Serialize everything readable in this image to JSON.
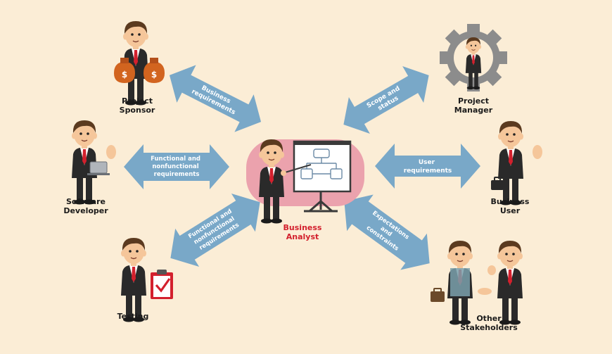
{
  "colors": {
    "background": "#fbedd6",
    "arrow": "#79a8c8",
    "arrow_text": "#ffffff",
    "label_text": "#1b1b1b",
    "analyst_label": "#d3202d",
    "board_backdrop": "#eba2ad",
    "suit": "#2a2a2a",
    "shirt": "#ffffff",
    "tie": "#d3202d",
    "skin": "#f5c69a",
    "hair": "#5b3a1f",
    "gear": "#8c8c8c",
    "money_bag": "#d2641f"
  },
  "center": {
    "label_line1": "Business",
    "label_line2": "Analyst",
    "icons": [
      "business-analyst-figure",
      "presentation-board-icon",
      "flowchart-icon"
    ]
  },
  "stakeholders": {
    "project_sponsor": {
      "line1": "Project",
      "line2": "Sponsor",
      "icon": "money-bag-icon"
    },
    "project_manager": {
      "line1": "Project",
      "line2": "Manager",
      "icon": "gear-icon"
    },
    "software_developer": {
      "line1": "Software",
      "line2": "Developer",
      "icon": "laptop-icon"
    },
    "business_user": {
      "line1": "Business",
      "line2": "User",
      "icon": "briefcase-icon"
    },
    "testing": {
      "line1": "Testing",
      "icon": "checklist-clipboard-icon"
    },
    "other_stakeholders": {
      "line1": "Other",
      "line2": "Stakeholders",
      "icon": "handshake-icon"
    }
  },
  "arrows": {
    "sponsor": [
      "Business",
      "requirements"
    ],
    "manager": [
      "Scope and",
      "status"
    ],
    "developer": [
      "Functional and",
      "nonfunctional",
      "requirements"
    ],
    "user": [
      "User",
      "requirements"
    ],
    "testing": [
      "Functional and",
      "nonfunctional",
      "requirements"
    ],
    "other": [
      "Expectations",
      "and",
      "constraints"
    ]
  }
}
